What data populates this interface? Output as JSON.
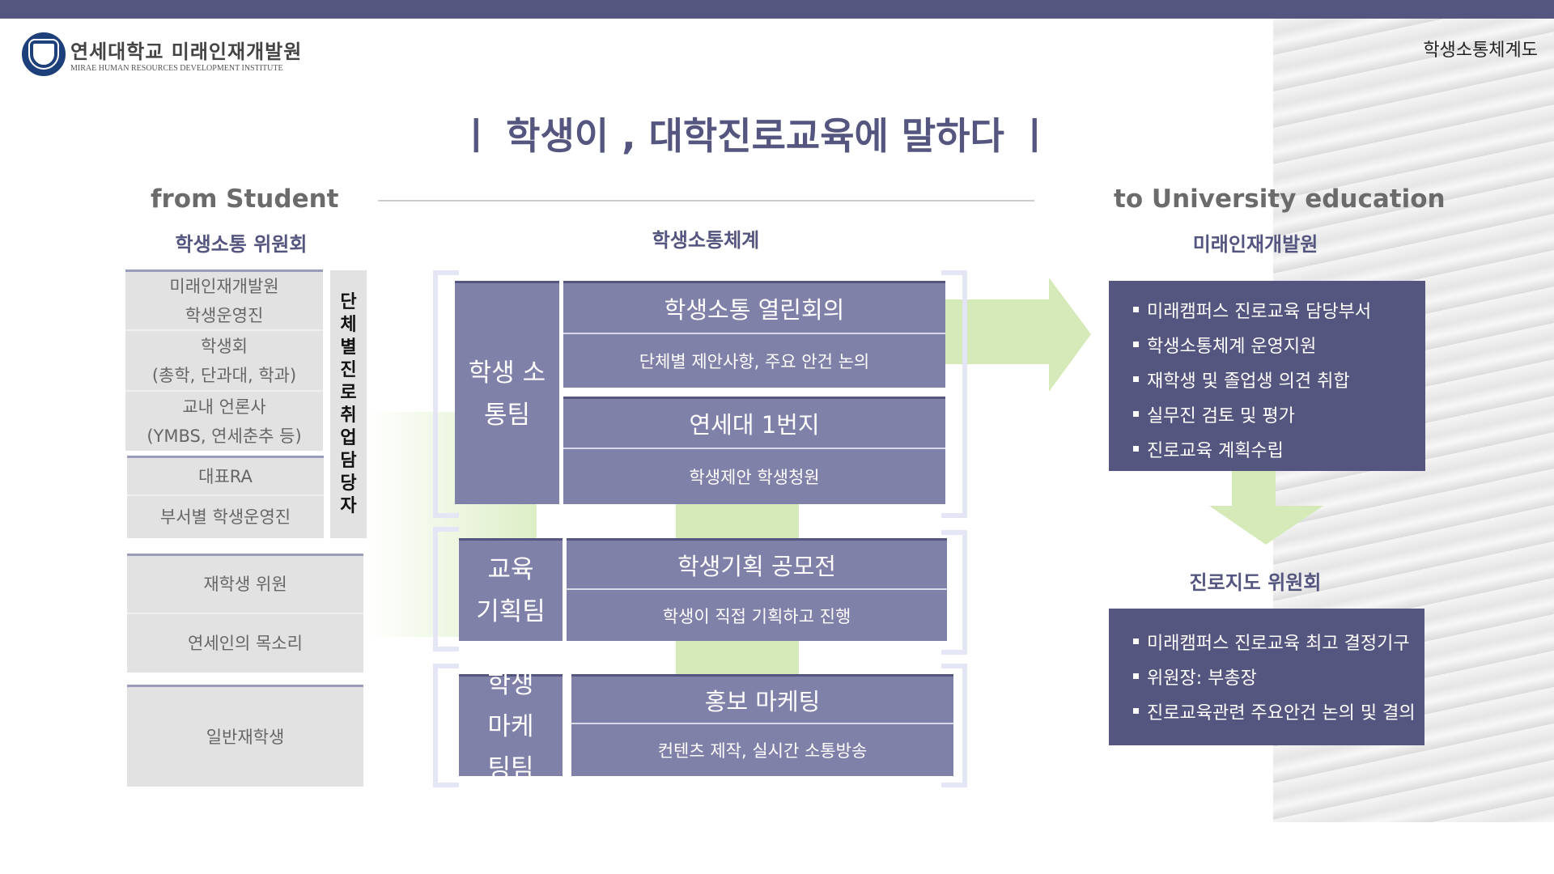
{
  "header": {
    "logo_ko": "연세대학교 미래인재개발원",
    "logo_en": "MIRAE HUMAN RESOURCES DEVELOPMENT INSTITUTE",
    "doc_title": "학생소통체계도"
  },
  "heading": "ㅣ 학생이 , 대학진로교육에 말하다 ㅣ",
  "from_label": "from Student",
  "to_label": "to University education",
  "left": {
    "title": "학생소통 위원회",
    "group1": [
      [
        "미래인재개발원",
        "학생운영진"
      ],
      [
        "학생회",
        "(총학, 단과대, 학과)"
      ],
      [
        "교내 언론사",
        "(YMBS, 연세춘추 등)"
      ]
    ],
    "group2": [
      "대표RA",
      "부서별 학생운영진"
    ],
    "vertical": "단체별진로취업담당자",
    "group3": [
      "재학생 위원",
      "연세인의 목소리"
    ],
    "group4": "일반재학생"
  },
  "middle": {
    "title": "학생소통체계",
    "teams": [
      {
        "name": "학생 소통팀",
        "rows": [
          {
            "main": "학생소통 열린회의",
            "desc": "단체별 제안사항, 주요 안건 논의"
          },
          {
            "main": "연세대 1번지",
            "desc": "학생제안 학생청원"
          }
        ]
      },
      {
        "name": "교육 기획팀",
        "rows": [
          {
            "main": "학생기획 공모전",
            "desc": "학생이 직접 기획하고 진행"
          }
        ]
      },
      {
        "name": "학생 마케팅팀",
        "rows": [
          {
            "main": "홍보 마케팅",
            "desc": "컨텐츠 제작, 실시간 소통방송"
          }
        ]
      }
    ]
  },
  "right": {
    "title1": "미래인재개발원",
    "items1": [
      "미래캠퍼스 진로교육 담당부서",
      "학생소통체계 운영지원",
      "재학생 및 졸업생 의견 취합",
      "실무진 검토 및 평가",
      "진로교육 계획수립"
    ],
    "title2": "진로지도 위원회",
    "items2": [
      "미래캠퍼스 진로교육 최고 결정기구",
      "위원장: 부총장",
      "진로교육관련 주요안건 논의 및 결의"
    ]
  },
  "colors": {
    "primary": "#55567f",
    "team": "#8081a8",
    "arrow": "#d5eab8",
    "box": "#e2e2e2"
  }
}
